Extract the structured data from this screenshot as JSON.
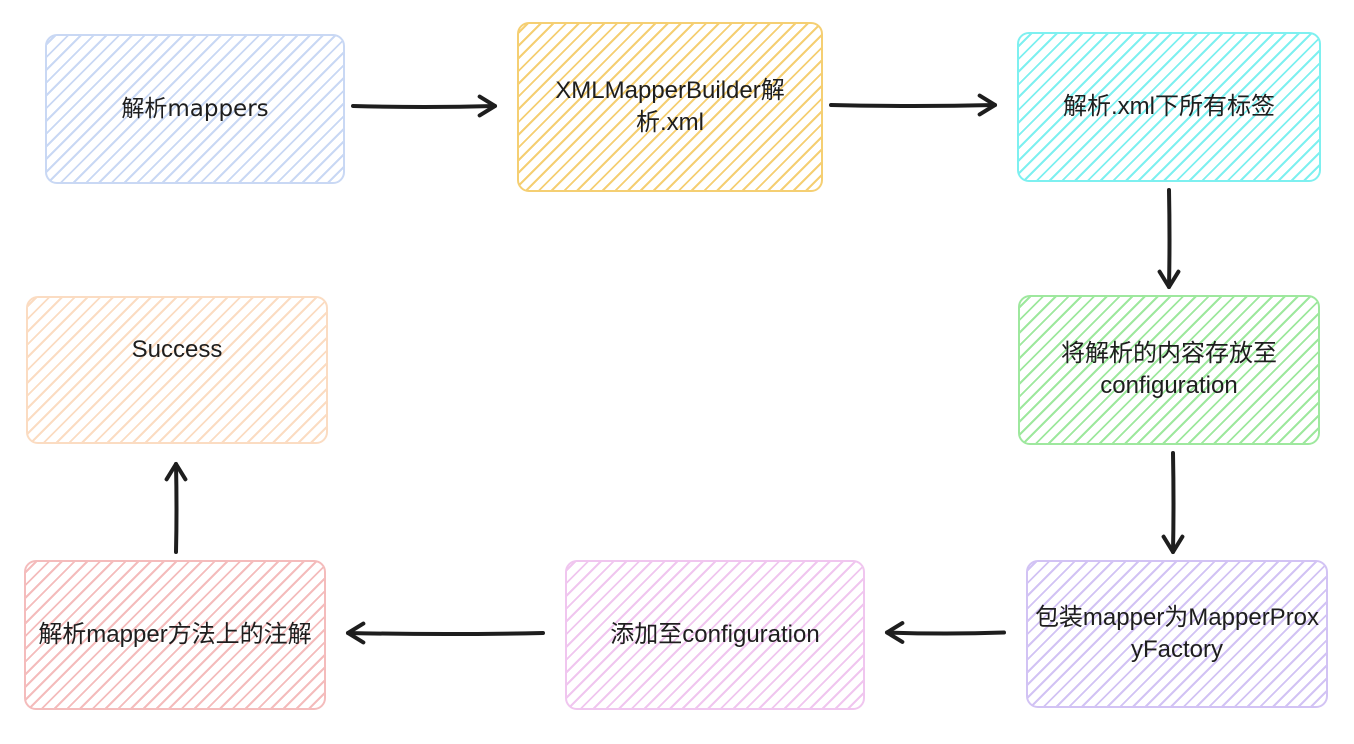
{
  "nodes": [
    {
      "id": "parse-mappers",
      "label": "解析mappers",
      "color": "#c9d8f4"
    },
    {
      "id": "xmlmapperbuilder",
      "label": "XMLMapperBuilder解析.xml",
      "color": "#f5cf73"
    },
    {
      "id": "parse-xml-tags",
      "label": "解析.xml下所有标签",
      "color": "#7ef0f0"
    },
    {
      "id": "store-configuration",
      "label": "将解析的内容存放至configuration",
      "color": "#9ee89e"
    },
    {
      "id": "wrap-mapper",
      "label": "包装mapper为MapperProxyFactory",
      "color": "#d2c3f4"
    },
    {
      "id": "add-configuration",
      "label": "添加至configuration",
      "color": "#f0c6ef"
    },
    {
      "id": "parse-annotations",
      "label": "解析mapper方法上的注解",
      "color": "#f4bcbc"
    },
    {
      "id": "success",
      "label": "Success",
      "color": "#fbdcc2"
    }
  ],
  "edges": [
    {
      "from": "parse-mappers",
      "to": "xmlmapperbuilder"
    },
    {
      "from": "xmlmapperbuilder",
      "to": "parse-xml-tags"
    },
    {
      "from": "parse-xml-tags",
      "to": "store-configuration"
    },
    {
      "from": "store-configuration",
      "to": "wrap-mapper"
    },
    {
      "from": "wrap-mapper",
      "to": "add-configuration"
    },
    {
      "from": "add-configuration",
      "to": "parse-annotations"
    },
    {
      "from": "parse-annotations",
      "to": "success"
    }
  ]
}
